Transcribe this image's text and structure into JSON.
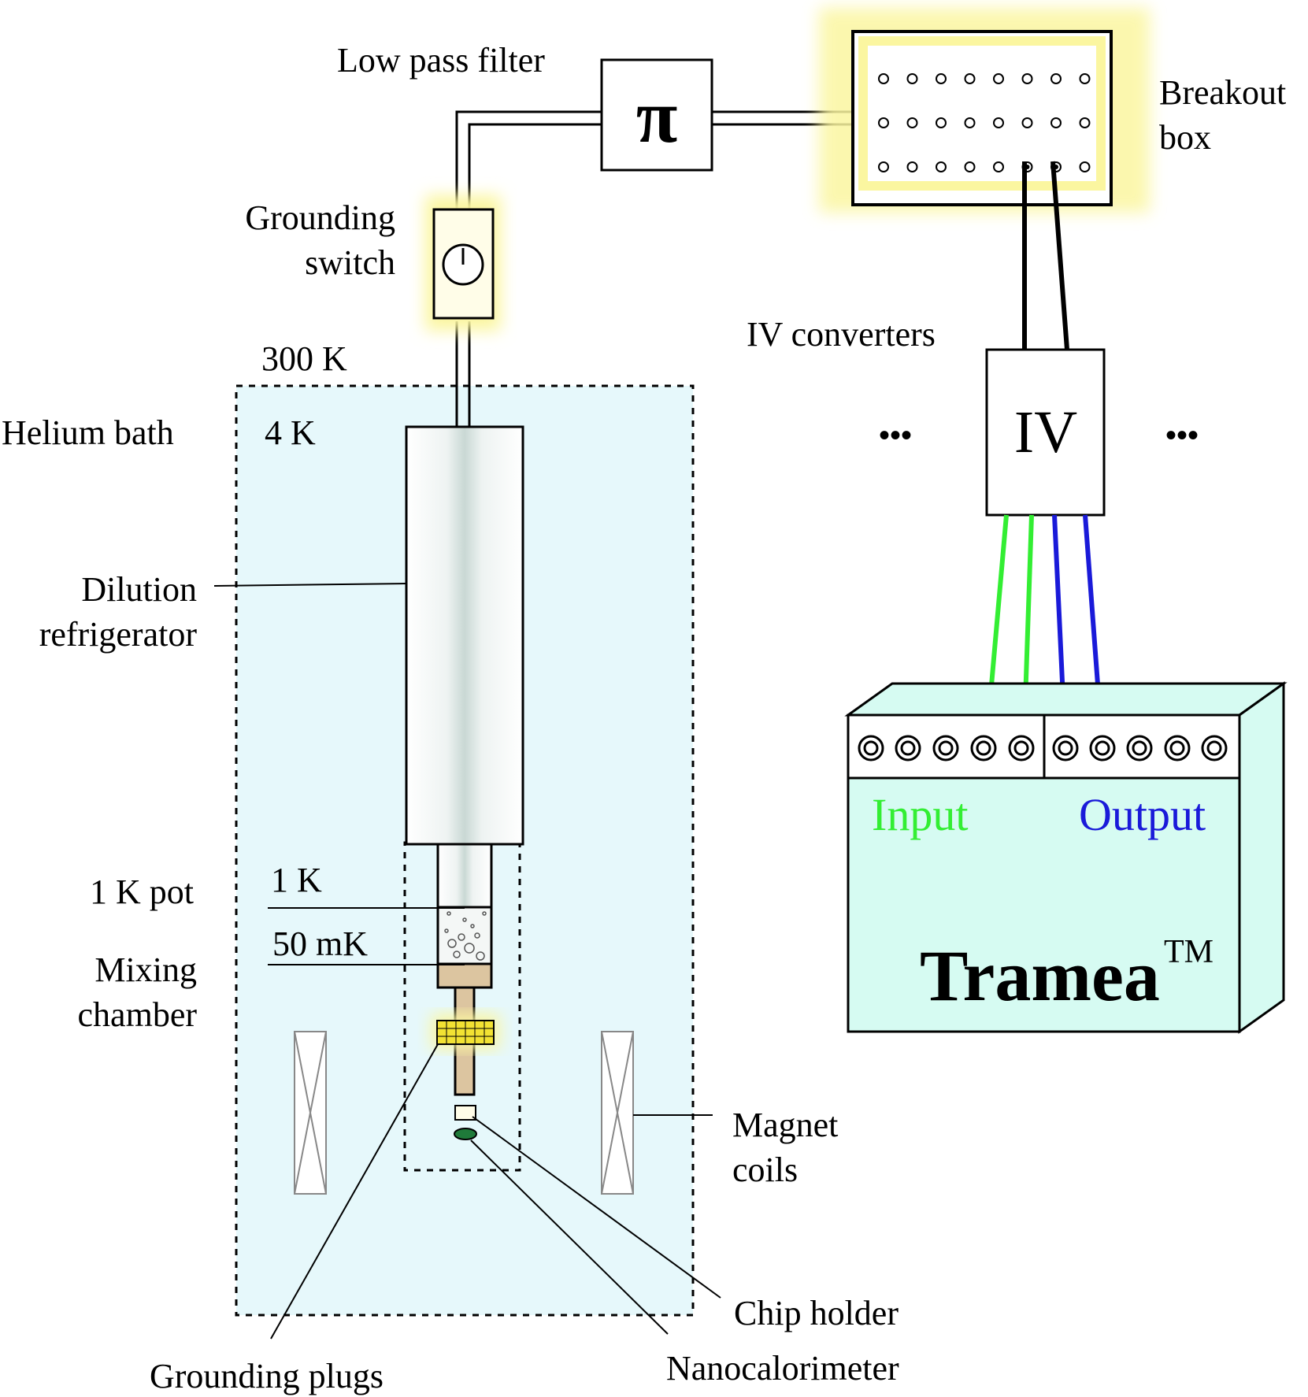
{
  "labels": {
    "low_pass_filter": "Low pass filter",
    "filter_symbol": "π",
    "breakout_line1": "Breakout",
    "breakout_line2": "box",
    "grounding_switch_line1": "Grounding",
    "grounding_switch_line2": "switch",
    "temp_300k": "300 K",
    "helium_bath": "Helium bath",
    "temp_4k": "4 K",
    "dilution_line1": "Dilution",
    "dilution_line2": "refrigerator",
    "one_k_pot": "1 K pot",
    "temp_1k": "1 K",
    "temp_50mk": "50 mK",
    "mixing_line1": "Mixing",
    "mixing_line2": "chamber",
    "iv_converters": "IV converters",
    "iv_symbol": "IV",
    "ellipsis_left": "•••",
    "ellipsis_right": "•••",
    "input": "Input",
    "output": "Output",
    "tramea": "Tramea",
    "trademark": "TM",
    "magnet_line1": "Magnet",
    "magnet_line2": "coils",
    "chip_holder": "Chip holder",
    "nanocalorimeter": "Nanocalorimeter",
    "grounding_plugs": "Grounding plugs"
  },
  "colors": {
    "bath_fill": "#e6f8fb",
    "tramea_fill": "#d6fbf2",
    "input_wire": "#33ee33",
    "output_wire": "#1a1ad9",
    "glow": "#fbf6a0",
    "plug_fill": "#f2e233",
    "cold_stage": "#dcc5a0",
    "nanocal": "#1f7a3a"
  }
}
